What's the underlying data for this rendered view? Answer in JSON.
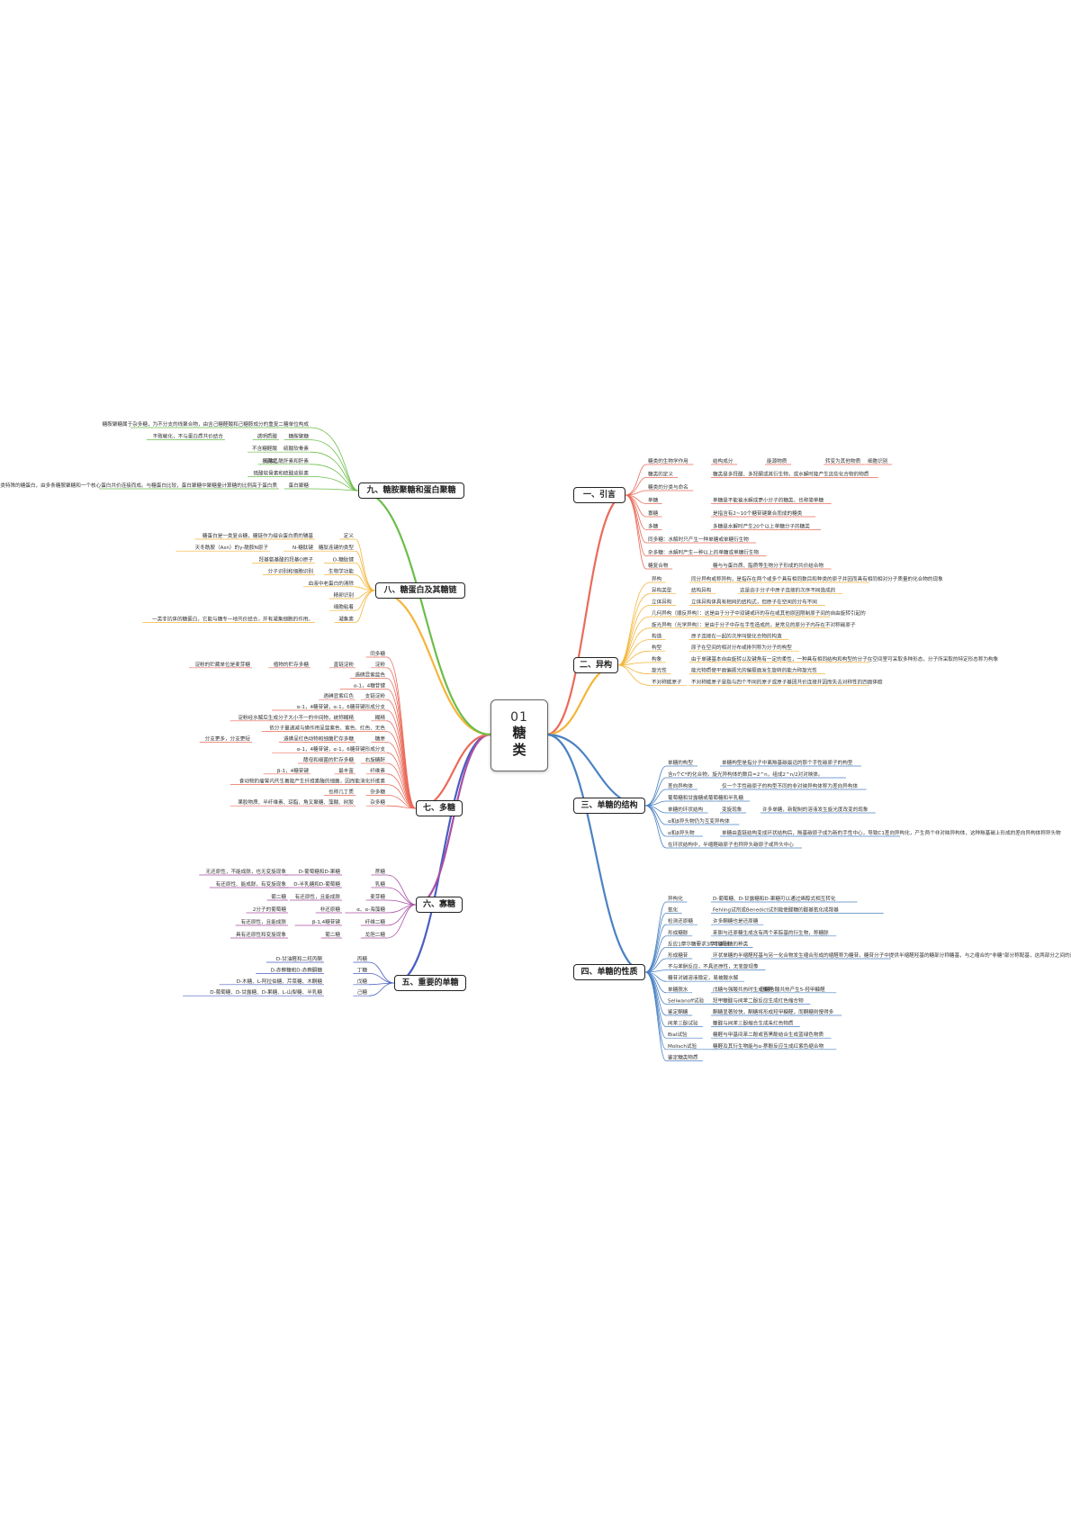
{
  "center": {
    "number": "01",
    "title_line1": "糖",
    "title_line2": "类"
  },
  "colors": {
    "intro": "#ea6b5a",
    "isomer": "#f4b53a",
    "mono_structure": "#4a82c3",
    "mono_property": "#4a82c3",
    "important_mono": "#4a5ec3",
    "oligo": "#a94fa3",
    "poly": "#ea6b5a",
    "glycoprotein": "#f4b53a",
    "gag": "#6cbd4a",
    "root_line": "#999999"
  },
  "branches": {
    "intro": {
      "label": "一、引言",
      "items": [
        [
          "糖类的生物学作用",
          "结构成分",
          "能源物质",
          "转变为其他物质",
          "细胞识别"
        ],
        [
          "糖类的定义",
          "糖类是多羟醛、多羟酮或其衍生物，或水解时能产生这些化合物的物质"
        ],
        [
          "糖类的分类与命名"
        ],
        [
          "单糖",
          "单糖是不能被水解成更小分子的糖类，也称简单糖"
        ],
        [
          "寡糖",
          "是指含有2~10个糖苷键聚合而成的糖类"
        ],
        [
          "多糖",
          "多糖是水解时产生20个以上单糖分子的糖类"
        ],
        [
          "同多糖：水解时只产生一种单糖或单糖衍生物"
        ],
        [
          "杂多糖：水解时产生一种以上的单糖或单糖衍生物"
        ],
        [
          "糖复合物",
          "糖与与蛋白质、脂质等生物分子形成的共价结合物"
        ]
      ]
    },
    "isomer": {
      "label": "二、异构",
      "items": [
        [
          "异构",
          "同分异构或称异构，是指存在两个或多个具有相同数目和种类的原子并因而具有相同相对分子质量的化合物的现象"
        ],
        [
          "异构类型",
          "结构异构",
          "这是由于分子中原子连接的次序不同造成的"
        ],
        [
          "立体异构",
          "立体异构体具有相同的结构式，但原子在空间的分布不同"
        ],
        [
          "几何异构（顺反异构）：这是由于分子中双键或环的存在或其他原因限制原子间的自由旋转引起的"
        ],
        [
          "旋光异构（光学异构）：是由于分子中存在手性造成的，是常见的原分子内存在不对称碳原子"
        ],
        [
          "构造",
          "原子连接在一起的次序叫做化合物的构造"
        ],
        [
          "构型",
          "原子在空间的相对分布或排列称为分子的构型"
        ],
        [
          "构象",
          "由于单键基本自由旋转以及键角有一定的柔性，一种具有相同结构和构型的分子在空间里可采取多种形态，分子所采取的特定形态称为构象"
        ],
        [
          "旋光性",
          "能光物质使平面偏振光的偏振面发生旋转的能力称旋光性"
        ],
        [
          "不对称碳原子",
          "不对称碳原子是指与四个不同的原子或原子基团共价连接并因而失去对称性的四面体碳"
        ]
      ]
    },
    "mono_structure": {
      "label": "三、单糖的结构",
      "items": [
        [
          "单糖的构型",
          "单糖构型是指分子中离羰基碳最远的那个手性碳原子的构型"
        ],
        [
          "含n个C*的化合物，旋光异构体的数目=2^n，组成2^n/2对对映体。"
        ],
        [
          "差向异构体",
          "仅一个手性碳原子的构型不同的非对映异构体称为差向异构体"
        ],
        [
          "葡萄糖和甘露糖或葡萄糖和半乳糖"
        ],
        [
          "单糖的环状结构",
          "变旋现象",
          "许多单糖，新配制的溶液发生旋光度改变的现象"
        ],
        [
          "α和β异头物仍为互变异构体"
        ],
        [
          "α和β异头物",
          "单糖由直链结构变成环状结构后，羰基碳原子成为新的手性中心，导致C1差向异构化，产生两个非对映异构体，这种羰基碳上形成的差向异构体称异头物"
        ],
        [
          "在环状结构中，半缩醛碳原子也称异头碳原子或异头中心"
        ]
      ]
    },
    "mono_property": {
      "label": "四、单糖的性质",
      "items": [
        [
          "异构化",
          "D-葡萄糖、D-甘露糖和D-果糖可以通过烯醇式相互转化"
        ],
        [
          "氧化",
          "Fehling试剂或Benedict试剂能使醛糖的醛基氧化成羧基"
        ],
        [
          "检测还原糖",
          "许多酮糖也是还原糖"
        ],
        [
          "形成糖脎",
          "苯肼与还原糖生成含有两个苯腙基的衍生物，称糖脎"
        ],
        [
          "反应1摩尔糖要求3摩尔苯肼",
          "可鉴别糖的种类"
        ],
        [
          "形成糖苷",
          "环状单糖的半缩醛羟基与另一化合物发生缩合形成的缩醛称为糖苷。糖苷分子中提供半缩醛羟基的糖部分称糖基，与之缩合的\"非糖\"部分称配基，这两部分之间的连键称糖苷键。"
        ],
        [
          "不与苯肼反应，不具还原性，无变旋现象"
        ],
        [
          "糖苷对碱溶液稳定，易被酸水解"
        ],
        [
          "单糖脱水",
          "戊糖与强酸共热时生成糠醛",
          "己糖与酸共热产生5-羟甲糠醛"
        ],
        [
          "Seliwanoff试验",
          "羟甲糠醛与间苯二酚反应生成红色缩合物"
        ],
        [
          "鉴定酮糖",
          "酮糖显著较快，酮糖将形成羟甲糠醛，而酮糖则慢得多"
        ],
        [
          "间苯三酚试验",
          "糠醛与间苯三酚缩合生成朱红色物质"
        ],
        [
          "Bial试验",
          "糖醛与甲基间苯二酚或苔黑酚结合生成蓝绿色物质"
        ],
        [
          "Molisch试验",
          "糖醛及其衍生物能与α-萘酚反应生成红紫色缩合物"
        ],
        [
          "鉴定糖类物质"
        ]
      ]
    },
    "important_mono": {
      "label": "五、重要的单糖",
      "items": [
        [
          "丙糖",
          "D-甘油醛和二羟丙酮"
        ],
        [
          "丁糖",
          "D-赤藓糖和D-赤藓酮糖"
        ],
        [
          "戊糖",
          "D-木糖、L-阿拉伯糖、芹菜糖、木酮糖"
        ],
        [
          "己糖",
          "D-葡萄糖、D-甘露糖、D-果糖、L-山梨糖、半乳糖"
        ]
      ]
    },
    "oligo": {
      "label": "六、寡糖",
      "items": [
        [
          "蔗糖",
          "D-葡萄糖和D-果糖",
          "无还原性，不能成脎，也无变旋现象"
        ],
        [
          "乳糖",
          "D-半乳糖和D-葡萄糖",
          "有还原性、能成脎，有变旋现象"
        ],
        [
          "麦芽糖",
          "有还原性，且能成脎",
          "葡二糖"
        ],
        [
          "α、α-海藻糖",
          "非还原糖",
          "2分子的葡萄糖"
        ],
        [
          "纤维二糖",
          "β-1,4糖苷键",
          "有还原性，且能成脎"
        ],
        [
          "龙胆二糖",
          "葡二糖",
          "具有还原性和变旋现象"
        ]
      ]
    },
    "poly": {
      "label": "七、多糖",
      "items": [
        [
          "同多糖"
        ],
        [
          "淀粉",
          "直链淀粉",
          "植物的贮存多糖",
          "淀粉的贮藏单位是麦芽糖"
        ],
        [
          "遇碘显紫蓝色"
        ],
        [
          "α-1，4糖苷键"
        ],
        [
          "支链淀粉",
          "遇碘显紫红色"
        ],
        [
          "α-1，4糖苷键，α-1，6糖苷键形成分支"
        ],
        [
          "糊精",
          "淀粉经水解后生成分子大小不一的中间物，统称糊精"
        ],
        [
          "依分子量递减与碘作用呈蓝紫色、紫色、红色、无色"
        ],
        [
          "糖原",
          "动物和细菌贮存多糖",
          "遇碘呈红色",
          "分支更多，分支更短"
        ],
        [
          "α-1，4糖苷键，α-1，6糖苷键形成分支"
        ],
        [
          "右旋糖酐",
          "酵母和细菌的贮存多糖"
        ],
        [
          "纤维素",
          "最丰富",
          "β-1，4糖苷键"
        ],
        [
          "食动物的瘤胃内共生着能产生纤维素酶的细菌，因而能消化纤维素"
        ],
        [
          "杂多糖",
          "也称几丁质"
        ],
        [
          "杂多糖",
          "果胶物质、半纤维素、琼脂、角叉聚糖、藻酸、树胶"
        ]
      ]
    },
    "glycoprotein": {
      "label": "八、糖蛋白及其糖链",
      "items": [
        [
          "定义",
          "糖蛋白是一类复合糖，糖链作为缀合蛋白质的辅基"
        ],
        [
          "糖肽连键的类型",
          "N-糖肽键",
          "天冬酰胺（Asn）的γ-酰胺N原子"
        ],
        [
          "O-糖肽键",
          "羟基氨基酸的羟基O原子"
        ],
        [
          "生物学功能",
          "分子识别和细胞识别"
        ],
        [
          "血液中老蛋白的清除"
        ],
        [
          "精卵识别"
        ],
        [
          "细胞粘着"
        ],
        [
          "凝集素",
          "一类非抗体的糖蛋白，它能与糖专一地共价结合，并有凝集细胞的作用。"
        ]
      ]
    },
    "gag": {
      "label": "九、糖胺聚糖和蛋白聚糖",
      "items": [
        [
          "糖胺聚糖属于杂多糖，为不分支的线聚合物，由含己糖醛酸和己糖胺成分的重复二糖单位构成"
        ],
        [
          "糖胺聚糖",
          "透明质酸",
          "不致敏化，不与蛋白质共价结合"
        ],
        [
          "硫酸软骨素",
          "不含糖醛酸"
        ],
        [
          "硫酸乙酰肝素和肝素",
          "抗凝血"
        ],
        [
          "硫酸软骨素和硫酸皮肤素"
        ],
        [
          "蛋白聚糖",
          "是一类特殊的糖蛋白，由多条糖胺聚糖和一个核心蛋白共价连接而成。与糖蛋白比较，蛋白聚糖中聚糖量计算糖的比例高于蛋白质"
        ]
      ]
    }
  }
}
